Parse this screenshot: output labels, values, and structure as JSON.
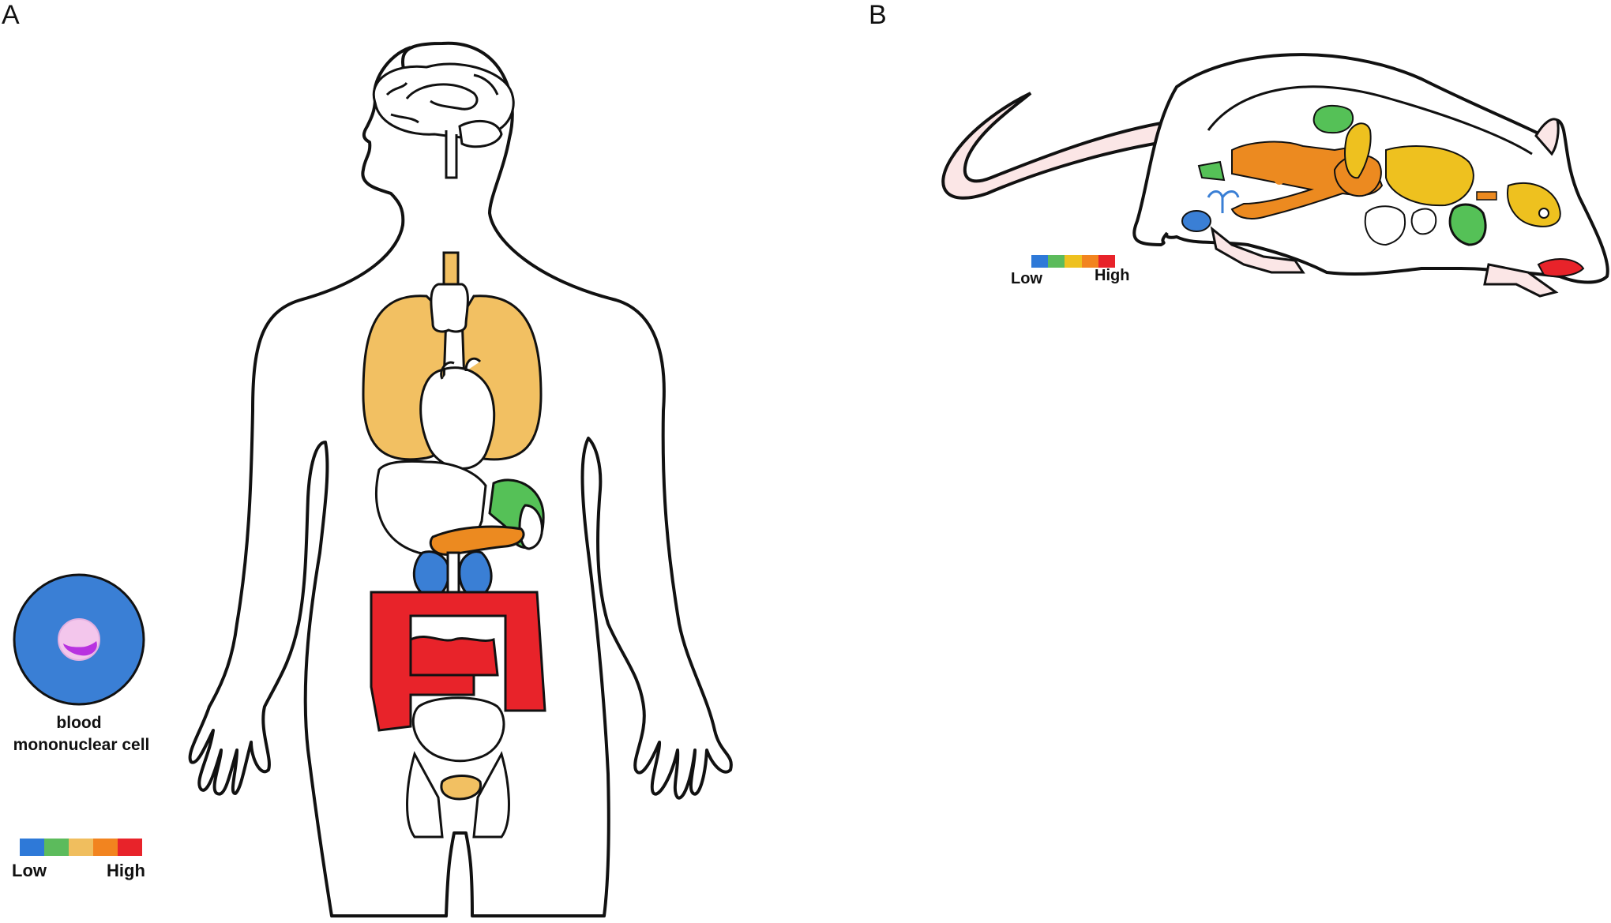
{
  "panels": [
    {
      "letter": "A"
    },
    {
      "letter": "B"
    }
  ],
  "cell_label_line1": "blood",
  "cell_label_line2": "mononuclear cell",
  "legend": {
    "low": "Low",
    "high": "High",
    "colors": [
      "#2e79d8",
      "#5cbb5c",
      "#f0be5e",
      "#f2841f",
      "#e8232a"
    ]
  },
  "colors": {
    "blue": "#3a7fd5",
    "green": "#55c157",
    "light_orange": "#f2c062",
    "orange": "#ec8a20",
    "red": "#e8232a",
    "yellow": "#eec11f",
    "mouse_pink": "#fbe6e6",
    "nucleus": "#b832e0"
  }
}
